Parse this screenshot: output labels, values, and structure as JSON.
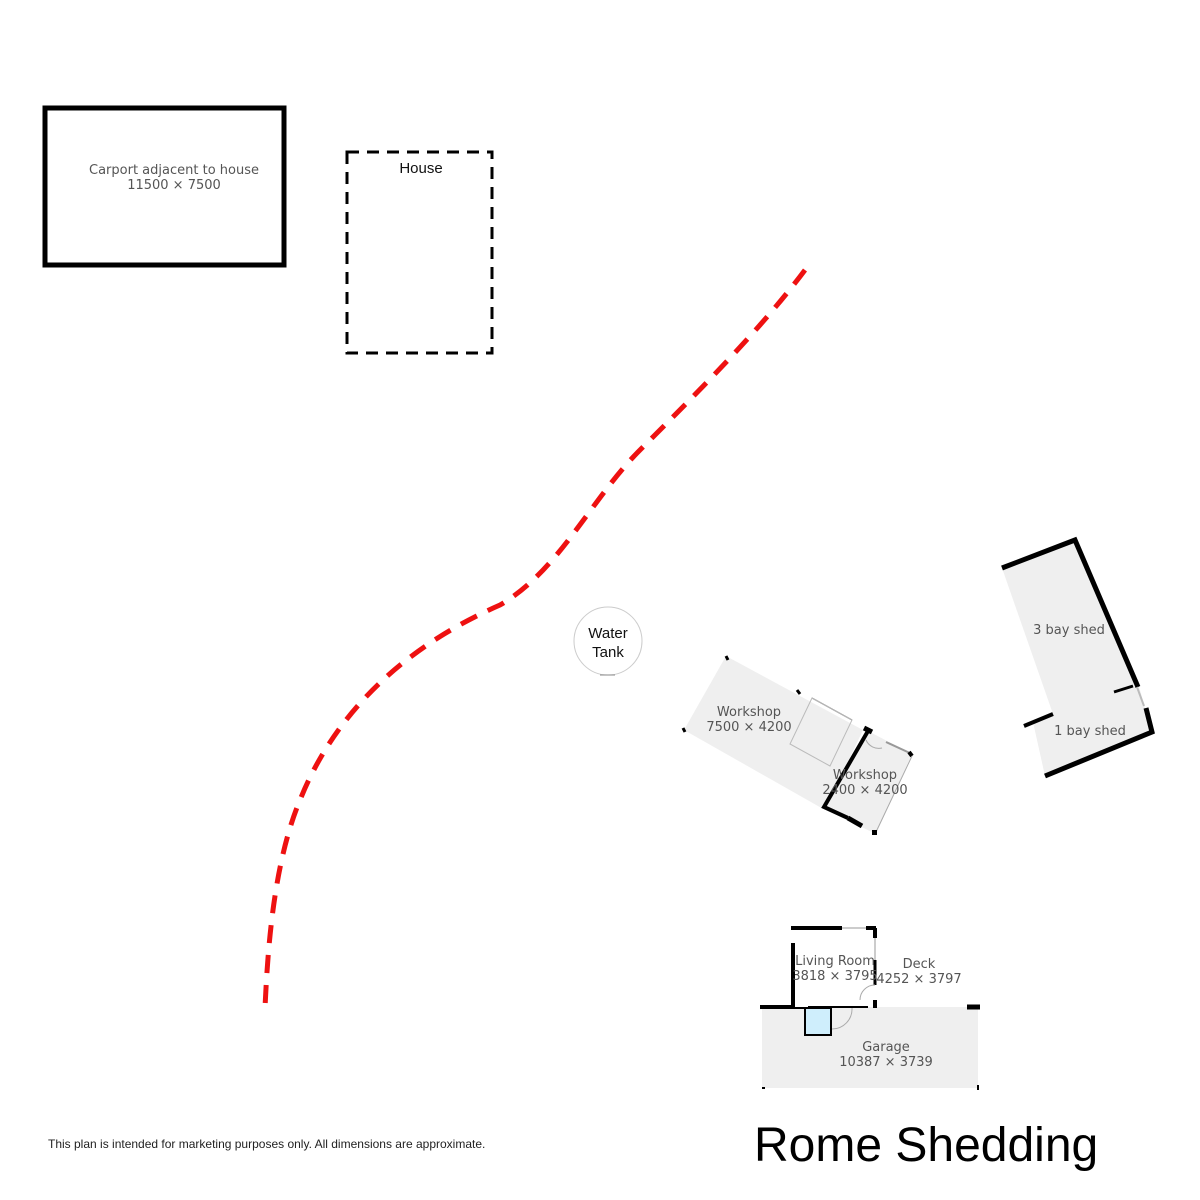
{
  "plan": {
    "rooms": [
      {
        "id": "carport",
        "name": "Carport adjacent to house",
        "dims": "11500 × 7500"
      },
      {
        "id": "house",
        "name": "House"
      },
      {
        "id": "water-tank",
        "name_line1": "Water",
        "name_line2": "Tank"
      },
      {
        "id": "workshop-large",
        "name": "Workshop",
        "dims": "7500 × 4200"
      },
      {
        "id": "workshop-small",
        "name": "Workshop",
        "dims": "2400 × 4200"
      },
      {
        "id": "shed-3bay",
        "name": "3 bay shed"
      },
      {
        "id": "shed-1bay",
        "name": "1 bay shed"
      },
      {
        "id": "living-room",
        "name": "Living Room",
        "dims": "3818 × 3795"
      },
      {
        "id": "deck",
        "name": "Deck",
        "dims": "4252 × 3797"
      },
      {
        "id": "garage",
        "name": "Garage",
        "dims": "10387 × 3739"
      }
    ],
    "boundary_color": "#ee1111",
    "wall_color": "#000000",
    "floor_color": "#efefef"
  },
  "footer": {
    "disclaimer": "This plan is intended for marketing purposes only. All dimensions are approximate.",
    "brand": "Rome Shedding"
  }
}
